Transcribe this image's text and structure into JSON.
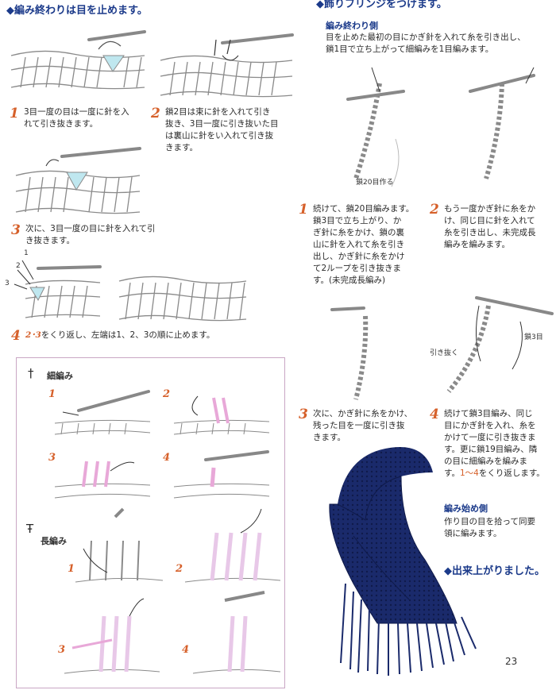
{
  "left_heading": "◆編み終わりは目を止めます。",
  "right_heading": "◆飾りフリンジをつけます。",
  "right_sub1": "編み終わり側",
  "right_intro": [
    "目を止めた最初の目にかぎ針を入れて糸を引き出し、",
    "鎖1目で立ち上がって細編みを1目編みます。"
  ],
  "steps_left": [
    {
      "num": "1",
      "lines": [
        "3目一度の目は一度に針を入",
        "れて引き抜きます。"
      ]
    },
    {
      "num": "2",
      "lines": [
        "鎖2目は束に針を入れて引き",
        "抜き、3目一度に引き抜いた目",
        "は裏山に針をい入れて引き抜",
        "きます。"
      ]
    },
    {
      "num": "3",
      "lines": [
        "次に、3目一度の目に針を入れて引",
        "き抜きます。"
      ]
    },
    {
      "num": "4",
      "accent": "2･3",
      "text": "をくり返し、左端は1、2、3の順に止めます。"
    }
  ],
  "diag_labels": {
    "a": "1",
    "b": "2",
    "c": "3"
  },
  "chain_label": "鎖20目作る",
  "steps_right": [
    {
      "num": "1",
      "lines": [
        "続けて、鎖20目編みます。",
        "鎖3目で立ち上がり、か",
        "ぎ針に糸をかけ、鎖の裏",
        "山に針を入れて糸を引き",
        "出し、かぎ針に糸をかけ",
        "て2ループを引き抜きま",
        "す。(未完成長編み)"
      ]
    },
    {
      "num": "2",
      "lines": [
        "もう一度かぎ針に糸をか",
        "け、同じ目に針を入れて",
        "糸を引き出し、未完成長",
        "編みを編みます。"
      ]
    },
    {
      "num": "3",
      "lines": [
        "次に、かぎ針に糸をかけ、",
        "残った目を一度に引き抜",
        "きます。"
      ]
    },
    {
      "num": "4",
      "lines": [
        "続けて鎖3目編み、同じ",
        "目にかぎ針を入れ、糸を",
        "かけて一度に引き抜きま",
        "す。更に鎖19目編み、隣",
        "の目に細編みを編みま",
        "す。"
      ],
      "accent": "1～4",
      "tail": "をくり返します。"
    }
  ],
  "hikinuku": "引き抜く",
  "kusari3": "鎖3目",
  "start_side": "編み始め側",
  "start_lines": [
    "作り目の目を拾って同要",
    "領に編みます。"
  ],
  "done": "◆出来上がりました。",
  "panel": {
    "sc_symbol": "†",
    "sc_title": "細編み",
    "dc_symbol": "Ŧ",
    "dc_title": "長編み",
    "nums": [
      "1",
      "2",
      "3",
      "4"
    ]
  },
  "page_number": "23",
  "colors": {
    "heading": "#1b3a8a",
    "accent": "#d6602a",
    "scarf": "#1a2a6b",
    "panel_border": "#c9a6c4"
  }
}
